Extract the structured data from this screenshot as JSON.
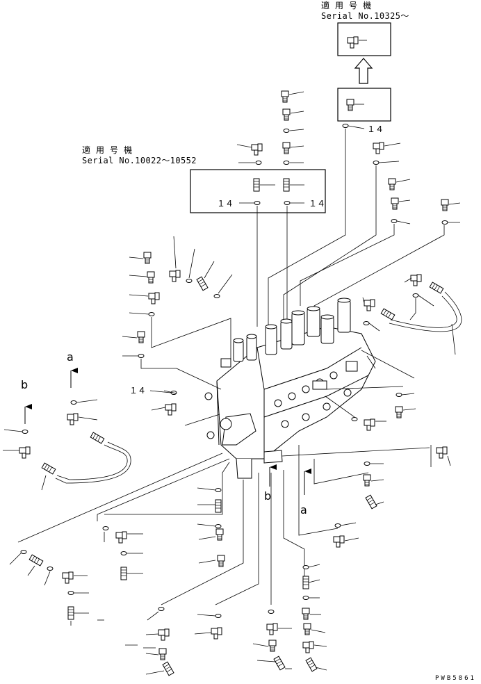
{
  "diagram": {
    "serial_top": {
      "title": "適 用 号 機",
      "serial": "Serial No.10325～"
    },
    "serial_left": {
      "title": "適 用 号 機",
      "serial": "Serial No.10022～10552"
    },
    "refs": {
      "ref_14_a": "１４",
      "ref_14_b": "１４",
      "ref_14_c": "１４",
      "ref_14_d": "１４"
    },
    "view_marks": {
      "a_upper": "a",
      "b_upper": "b",
      "b_center": "b",
      "a_center": "a"
    },
    "drawing_code": "PWB5861"
  }
}
